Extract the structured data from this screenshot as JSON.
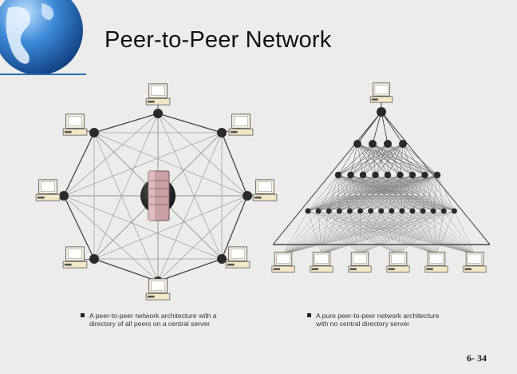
{
  "slide": {
    "title": "Peer-to-Peer Network",
    "page_number": "6- 34"
  },
  "left_diagram": {
    "caption_line1": "A peer-to-peer network architecture with a",
    "caption_line2": "directory of all peers on a central server"
  },
  "right_diagram": {
    "caption_line1": "A pure peer-to-peer network architecture",
    "caption_line2": "with no central directory server"
  },
  "icons": {
    "logo": "globe-icon",
    "peer": "computer-icon",
    "server": "server-icon"
  },
  "colors": {
    "background": "#ececea",
    "node": "#2a2a2a",
    "server": "#c9a0a4",
    "globe": "#2e78c8"
  }
}
